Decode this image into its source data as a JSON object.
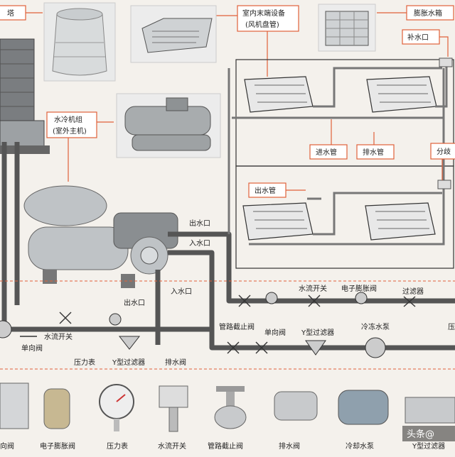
{
  "labels": {
    "cooling_tower": "塔",
    "indoor_terminal_line1": "室内末端设备",
    "indoor_terminal_line2": "(风机盘管)",
    "expansion_tank": "膨胀水箱",
    "makeup_water": "补水口",
    "chiller_line1": "水冷机组",
    "chiller_line2": "(室外主机)",
    "supply_pipe": "进水管",
    "drain_pipe": "排水管",
    "branch": "分歧",
    "outlet_pipe": "出水管",
    "water_out_1": "出水口",
    "water_in_1": "入水口",
    "water_in_2": "入水口",
    "water_out_2": "出水口",
    "flow_switch_top": "水流开关",
    "electronic_exp_valve_top": "电子膨胀阀",
    "filter_top": "过滤器",
    "flow_switch_left": "水流开关",
    "check_valve_left": "单向阀",
    "pressure_gauge": "压力表",
    "y_filter_left": "Y型过滤器",
    "drain_valve": "排水阀",
    "pipe_stop_valve": "管路截止阀",
    "check_valve_mid": "单向阀",
    "y_filter_mid": "Y型过滤器",
    "chilled_pump": "冷冻水泵",
    "right_edge_partial": "压"
  },
  "bottom_row": [
    "向阀",
    "电子膨胀阀",
    "压力表",
    "水流开关",
    "管路截止阀",
    "排水阀",
    "冷却水泵",
    "Y型过滤器"
  ],
  "watermark": "头条@",
  "colors": {
    "accent": "#e0603a",
    "pipe": "#555555",
    "background": "#f4f1ec"
  }
}
